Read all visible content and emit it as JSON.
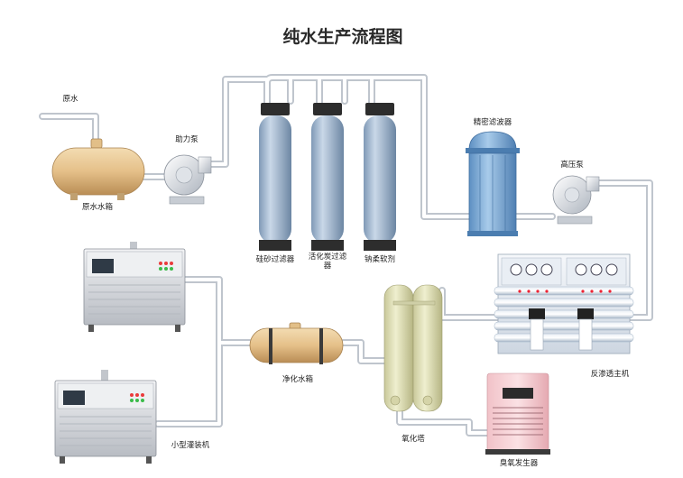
{
  "title": "纯水生产流程图",
  "labels": {
    "raw_water": "原水",
    "raw_tank": "原水水箱",
    "booster_pump": "助力泵",
    "sand_filter": "硅砂过滤器",
    "carbon_filter_line1": "活化炭过滤",
    "carbon_filter_line2": "器",
    "softener": "钠柔软剂",
    "precision_filter": "精密滤波器",
    "high_pressure_pump": "高压泵",
    "ro_unit": "反渗透主机",
    "purified_tank": "净化水箱",
    "ozone_tower": "氧化塔",
    "ozone_generator": "臭氧发生器",
    "small_packer": "小型灌装机"
  }
}
